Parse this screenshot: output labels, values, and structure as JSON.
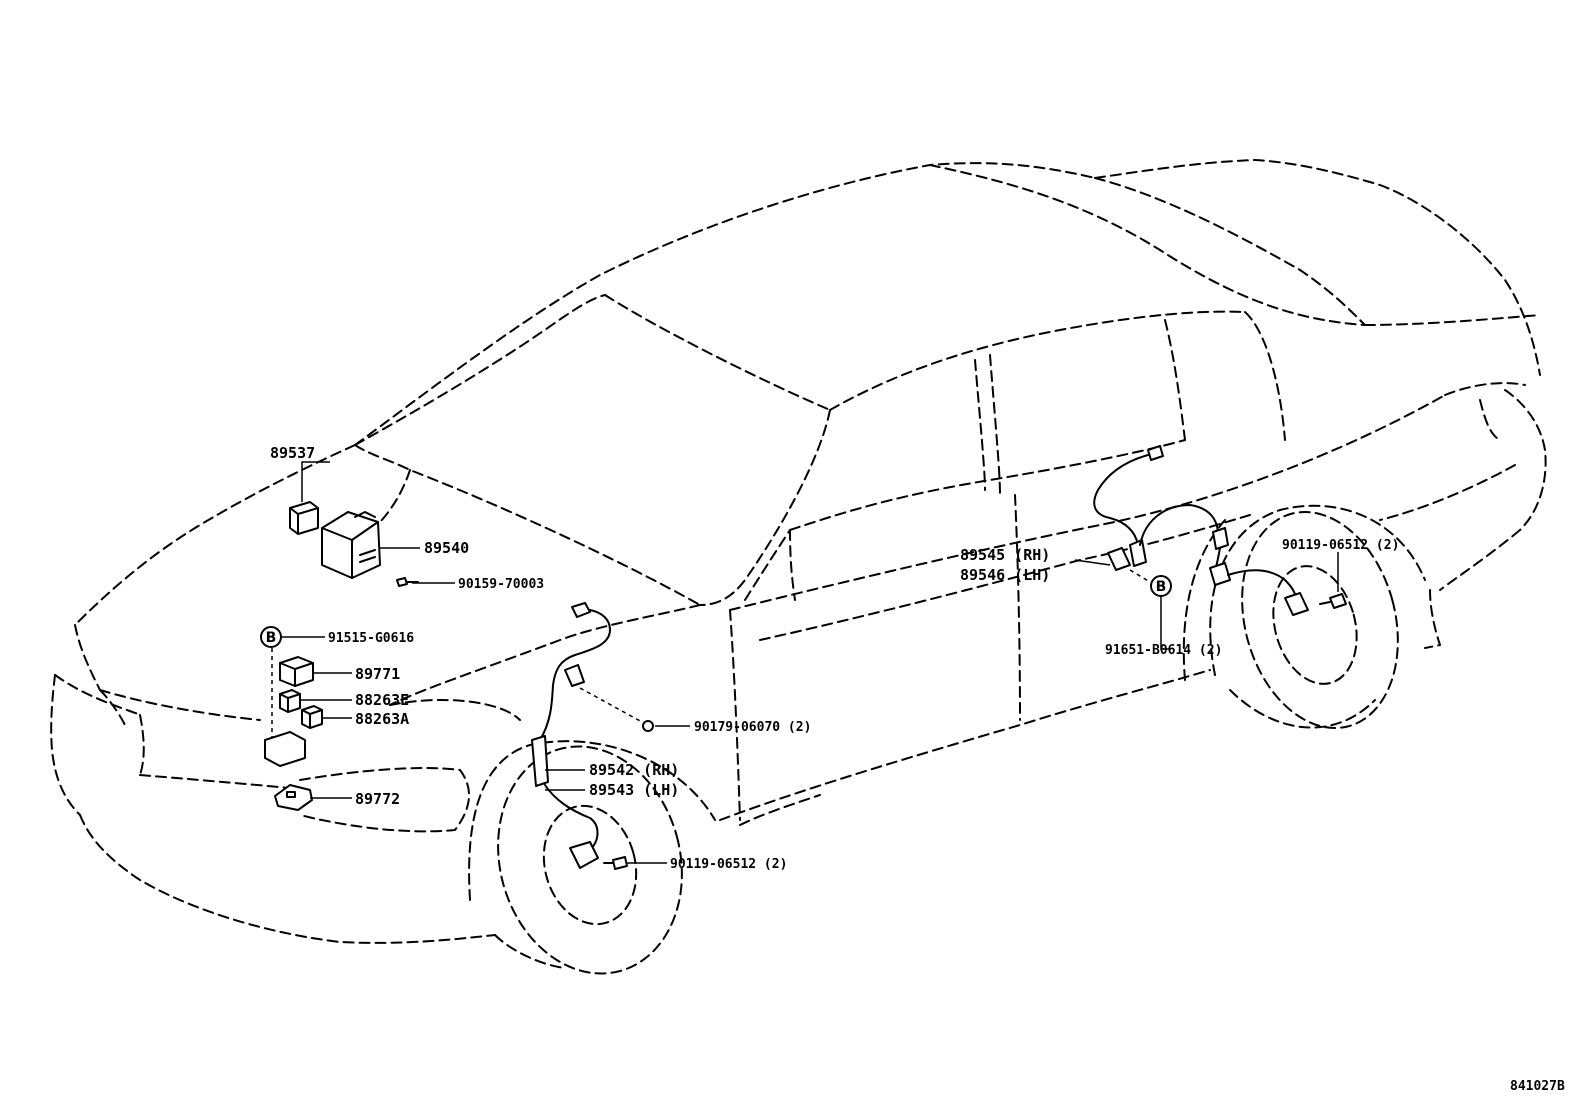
{
  "diagram": {
    "reference_number": "841027B",
    "parts": {
      "p89537": "89537",
      "p89540": "89540",
      "p90159": "90159-70003",
      "p91515": "91515-G0616",
      "p89771": "89771",
      "p88263E": "88263E",
      "p88263A": "88263A",
      "p89772": "89772",
      "p90179": "90179-06070 (2)",
      "p89542": "89542 (RH)",
      "p89543": "89543 (LH)",
      "p90119_front": "90119-06512 (2)",
      "p89545": "89545 (RH)",
      "p89546": "89546 (LH)",
      "p91651": "91651-B0614 (2)",
      "p90119_rear": "90119-06512 (2)"
    },
    "callout_letter": "B"
  }
}
